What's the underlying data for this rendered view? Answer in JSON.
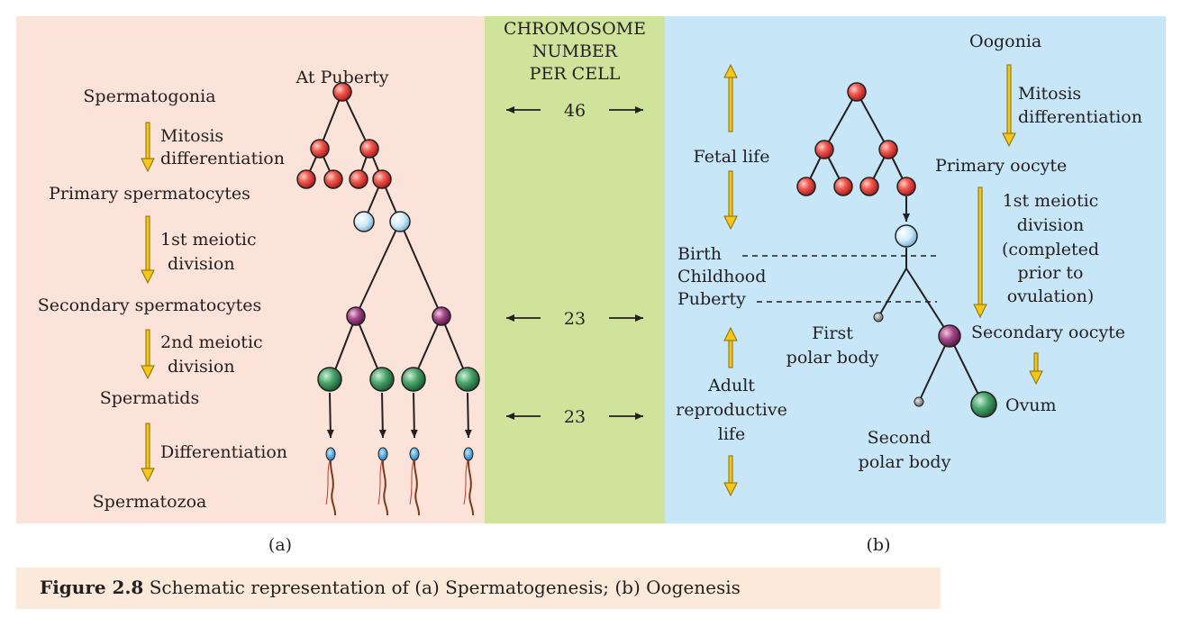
{
  "chromosome_header": [
    "CHROMOSOME",
    "NUMBER",
    "PER CELL"
  ],
  "chromosome_numbers": [
    "46",
    "23",
    "23"
  ],
  "spermatogenesis": {
    "at_puberty": "At Puberty",
    "stages": [
      "Spermatogonia",
      "Primary spermatocytes",
      "Secondary spermatocytes",
      "Spermatids",
      "Spermatozoa"
    ],
    "steps": {
      "mitosis": "Mitosis",
      "differentiation_1": "differentiation",
      "meiotic1_line1": "1st meiotic",
      "meiotic1_line2": "division",
      "meiotic2_line1": "2nd meiotic",
      "meiotic2_line2": "division",
      "differentiation_2": "Differentiation"
    }
  },
  "oogenesis": {
    "stages": {
      "oogonia": "Oogonia",
      "primary_oocyte": "Primary oocyte",
      "secondary_oocyte": "Secondary oocyte",
      "ovum": "Ovum"
    },
    "steps": {
      "mitosis": "Mitosis",
      "differentiation": "differentiation",
      "meiotic1": [
        "1st meiotic",
        "division",
        "(completed",
        "prior to",
        "ovulation)"
      ]
    },
    "polar_bodies": {
      "first": [
        "First",
        "polar body"
      ],
      "second": [
        "Second",
        "polar body"
      ]
    },
    "life_stages": {
      "fetal": "Fetal life",
      "birth": "Birth",
      "childhood": "Childhood",
      "puberty": "Puberty",
      "adult": [
        "Adult",
        "reproductive",
        "life"
      ]
    }
  },
  "panel_labels": [
    "(a)",
    "(b)"
  ],
  "caption": {
    "bold": "Figure 2.8",
    "text": "Schematic representation of (a) Spermatogenesis; (b) Oogenesis"
  },
  "colors": {
    "panel_a": "#fbe3d9",
    "panel_mid": "#cfe39a",
    "panel_b": "#c7e6f7",
    "red_cell": "#e8403c",
    "blue_cell": "#cde9f8",
    "purple_cell": "#9d3d7c",
    "green_cell": "#3d9a5e",
    "arrow_yellow": "#f5c518"
  }
}
